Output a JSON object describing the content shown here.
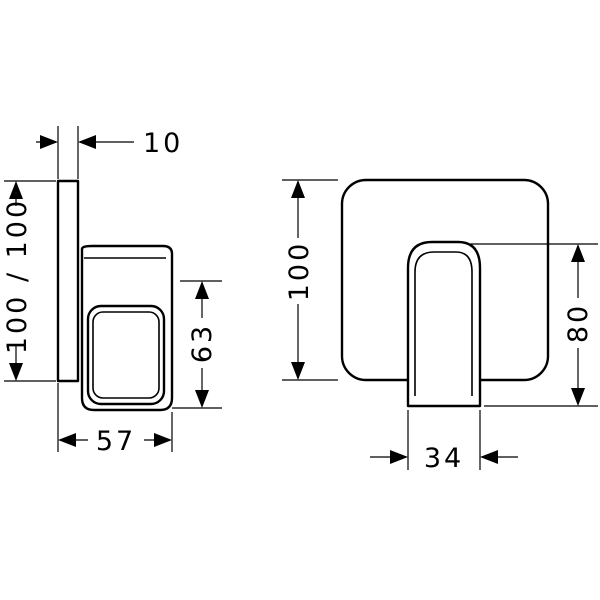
{
  "drawing": {
    "side_view": {
      "dim_plate_thickness": "10",
      "dim_plate_height": "100 / 100",
      "dim_handle_height": "63",
      "dim_projection": "57"
    },
    "front_view": {
      "dim_plate_height": "100",
      "dim_handle_height": "80",
      "dim_handle_width": "34"
    },
    "colors": {
      "line": "#000000",
      "background": "#ffffff"
    }
  }
}
